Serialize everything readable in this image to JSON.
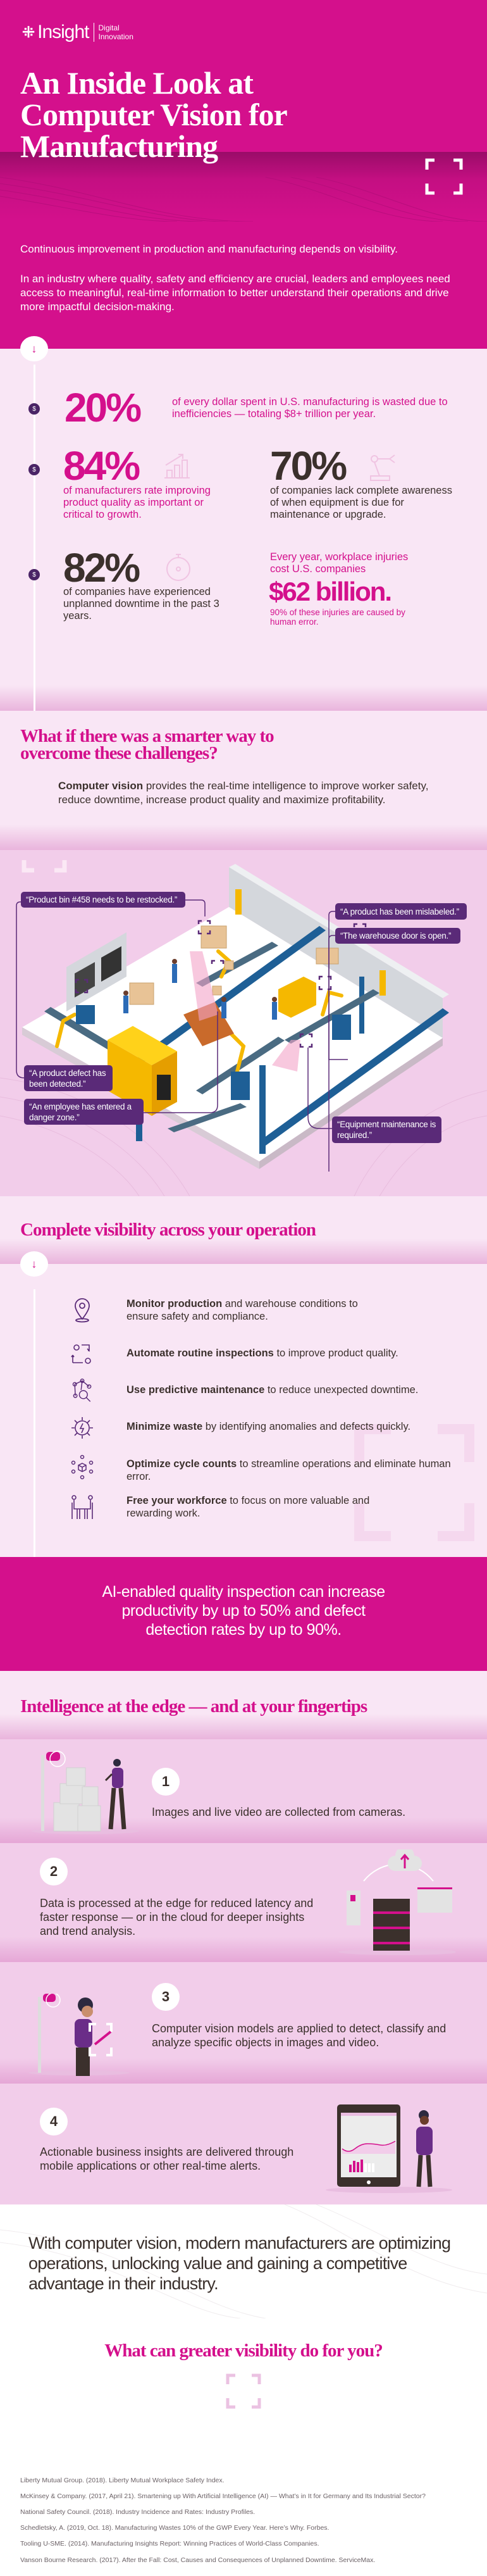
{
  "colors": {
    "magenta": "#d4108c",
    "light_pink": "#f9e6f5",
    "mid_pink": "#f2cdea",
    "purple": "#5a2a78",
    "text_dark": "#3b302c"
  },
  "header": {
    "logo": {
      "brand": "Insight",
      "sub1": "Digital",
      "sub2": "Innovation"
    },
    "title_lines": [
      "An Inside Look at",
      "Computer Vision for",
      "Manufacturing"
    ],
    "intro": "Continuous improvement in production and manufacturing depends on visibility.",
    "paragraph": "In an industry where quality, safety and efficiency are crucial, leaders and employees need access to meaningful, real-time information to better understand their operations and drive more impactful decision-making."
  },
  "stats": {
    "s1": {
      "value": "20%",
      "text": "of every dollar spent in U.S. manufacturing is wasted due to inefficiencies — totaling $8+ trillion per year."
    },
    "s2": {
      "value": "84%",
      "text": "of manufacturers rate improving product quality as important or critical to growth."
    },
    "s3": {
      "value": "70%",
      "text": "of companies lack complete awareness of when equipment is due for maintenance or upgrade."
    },
    "s4": {
      "value": "82%",
      "text": "of companies have experienced unplanned downtime in the past 3 years."
    },
    "s5": {
      "lead": "Every year, workplace injuries cost U.S. companies",
      "value": "$62 billion.",
      "note": "90% of these injuries are caused by human error."
    },
    "dollar_symbol": "$"
  },
  "challenge": {
    "heading_lines": [
      "What if there was a smarter way to",
      "overcome these challenges?"
    ],
    "body_bold": "Computer vision",
    "body_rest": " provides the real-time intelligence to improve worker safety, reduce downtime, increase product quality and maximize profitability."
  },
  "callouts": [
    "“Product bin #458 needs to be restocked.”",
    "“A product has been mislabeled.”",
    "“The warehouse door is open.”",
    "“A product defect has been detected.”",
    "“An employee has entered a danger zone.”",
    "“Equipment maintenance is required.”"
  ],
  "visibility": {
    "heading": "Complete visibility across your operation",
    "items": [
      {
        "icon": "location-pin-icon",
        "bold": "Monitor production",
        "rest": " and warehouse conditions to ensure safety and compliance."
      },
      {
        "icon": "gear-cycle-icon",
        "bold": "Automate routine inspections",
        "rest": " to improve product quality."
      },
      {
        "icon": "network-search-icon",
        "bold": "Use predictive maintenance",
        "rest": " to reduce unexpected downtime."
      },
      {
        "icon": "gear-bolt-icon",
        "bold": "Minimize waste",
        "rest": " by identifying anomalies and defects quickly."
      },
      {
        "icon": "cube-cycle-icon",
        "bold": "Optimize cycle counts",
        "rest": " to streamline operations and eliminate human error."
      },
      {
        "icon": "workforce-icon",
        "bold": "Free your workforce",
        "rest": " to focus on more valuable and rewarding work."
      }
    ]
  },
  "banner": {
    "lines": [
      "AI-enabled quality inspection can increase",
      "productivity by up to 50% and defect",
      "detection rates by up to 90%."
    ]
  },
  "edge": {
    "heading": "Intelligence at the edge — and at your fingertips",
    "steps": [
      {
        "num": "1",
        "text": "Images and live video are collected from cameras."
      },
      {
        "num": "2",
        "text": "Data is processed at the edge for reduced latency and faster response — or in the cloud for deeper insights and trend analysis."
      },
      {
        "num": "3",
        "text": "Computer vision models are applied to detect, classify and analyze specific objects in images and video."
      },
      {
        "num": "4",
        "text": "Actionable business insights are delivered through mobile applications or other real-time alerts."
      }
    ]
  },
  "closing": {
    "text": "With computer vision, modern manufacturers are optimizing operations, unlocking value and gaining a competitive advantage in their industry.",
    "cta": "What can greater visibility do for you?"
  },
  "references": [
    "Liberty Mutual Group. (2018). Liberty Mutual Workplace Safety Index.",
    "McKinsey & Company. (2017, April 21). Smartening up With Artificial Intelligence (AI) — What’s in It for Germany and Its Industrial Sector?",
    "National Safety Council. (2018). Industry Incidence and Rates: Industry Profiles.",
    "Schedletsky, A. (2019, Oct. 18). Manufacturing Wastes 10% of the GWP Every Year. Here’s Why. Forbes.",
    "Tooling U-SME. (2014). Manufacturing Insights Report: Winning Practices of World-Class Companies.",
    "Vanson Bourne Research. (2017). After the Fall: Cost, Causes and Consequences of Unplanned Downtime. ServiceMax."
  ]
}
